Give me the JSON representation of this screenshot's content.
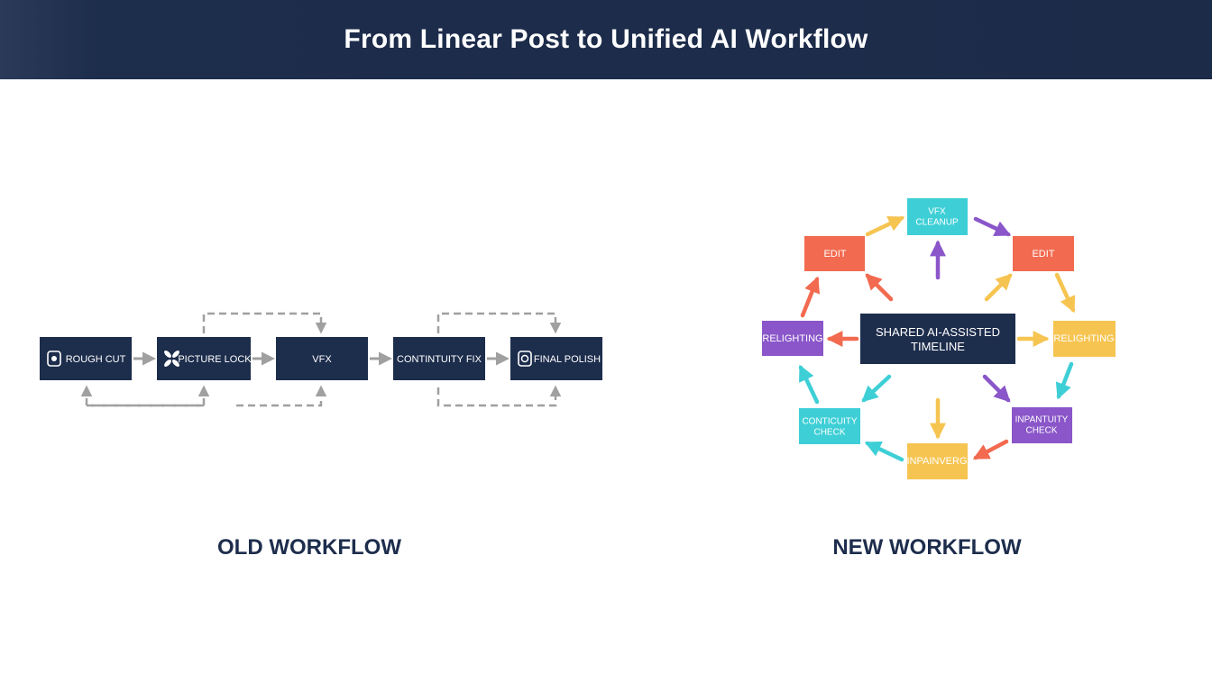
{
  "title": "From Linear Post to Unified AI Workflow",
  "old_workflow": {
    "label": "OLD WORKFLOW",
    "steps": [
      {
        "label": "ROUGH CUT",
        "icon": "film-reel-icon"
      },
      {
        "label": "PICTURE LOCK",
        "icon": "fan-icon"
      },
      {
        "label": "VFX",
        "icon": ""
      },
      {
        "label": "CONTINTUITY FIX",
        "icon": ""
      },
      {
        "label": "FINAL POLISH",
        "icon": "camera-icon"
      }
    ]
  },
  "new_workflow": {
    "label": "NEW WORKFLOW",
    "center_line1": "SHARED AI-ASSISTED",
    "center_line2": "TIMELINE",
    "nodes": [
      {
        "line1": "VFX",
        "line2": "CLEANUP",
        "color": "#3ecfd6"
      },
      {
        "line1": "EDIT",
        "line2": "",
        "color": "#f26a4f"
      },
      {
        "line1": "RELIGHTING",
        "line2": "",
        "color": "#f6c451"
      },
      {
        "line1": "INPANTUITY",
        "line2": "CHECK",
        "color": "#8a56c9"
      },
      {
        "line1": "INPAINVERG",
        "line2": "",
        "color": "#f6c451"
      },
      {
        "line1": "CONTICUITY",
        "line2": "CHECK",
        "color": "#3ecfd6"
      },
      {
        "line1": "RELIGHTING",
        "line2": "",
        "color": "#8a56c9"
      },
      {
        "line1": "EDIT",
        "line2": "",
        "color": "#f26a4f"
      }
    ]
  },
  "colors": {
    "navy": "#1d2d4c",
    "teal": "#3ecfd6",
    "coral": "#f26a4f",
    "yellow": "#f6c451",
    "purple": "#8a56c9",
    "gray_arrow": "#a0a0a0"
  }
}
